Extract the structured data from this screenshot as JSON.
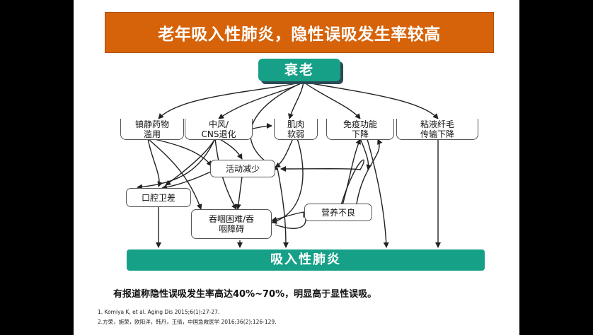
{
  "slide": {
    "title": "老年吸入性肺炎，隐性误吸发生率较高",
    "top_node": "衰老",
    "factors": {
      "sedatives": [
        "镇静药物",
        "滥用"
      ],
      "stroke": [
        "中风/",
        "CNS退化"
      ],
      "muscle": [
        "肌肉",
        "软弱"
      ],
      "immune": [
        "免疫功能",
        "下降"
      ],
      "mucus": [
        "粘液纤毛",
        "传输下降"
      ]
    },
    "mid_nodes": {
      "activity": "活动减少",
      "oral": "口腔卫差",
      "dysphagia": [
        "吞咽困难/吞",
        "咽障碍"
      ],
      "malnutrition": "营养不良"
    },
    "bottom_node": "吸入性肺炎",
    "conclusion": "有报道称隐性误吸发生率高达40%~70%，明显高于显性误吸。",
    "references": [
      "1. Komiya K, et al. Aging Dis 2015;6(1):27-27.",
      "2.方荣，施荣，欧阳洋，韩丹，王倩，中国急救医学  2016;36(2):126-129."
    ]
  }
}
